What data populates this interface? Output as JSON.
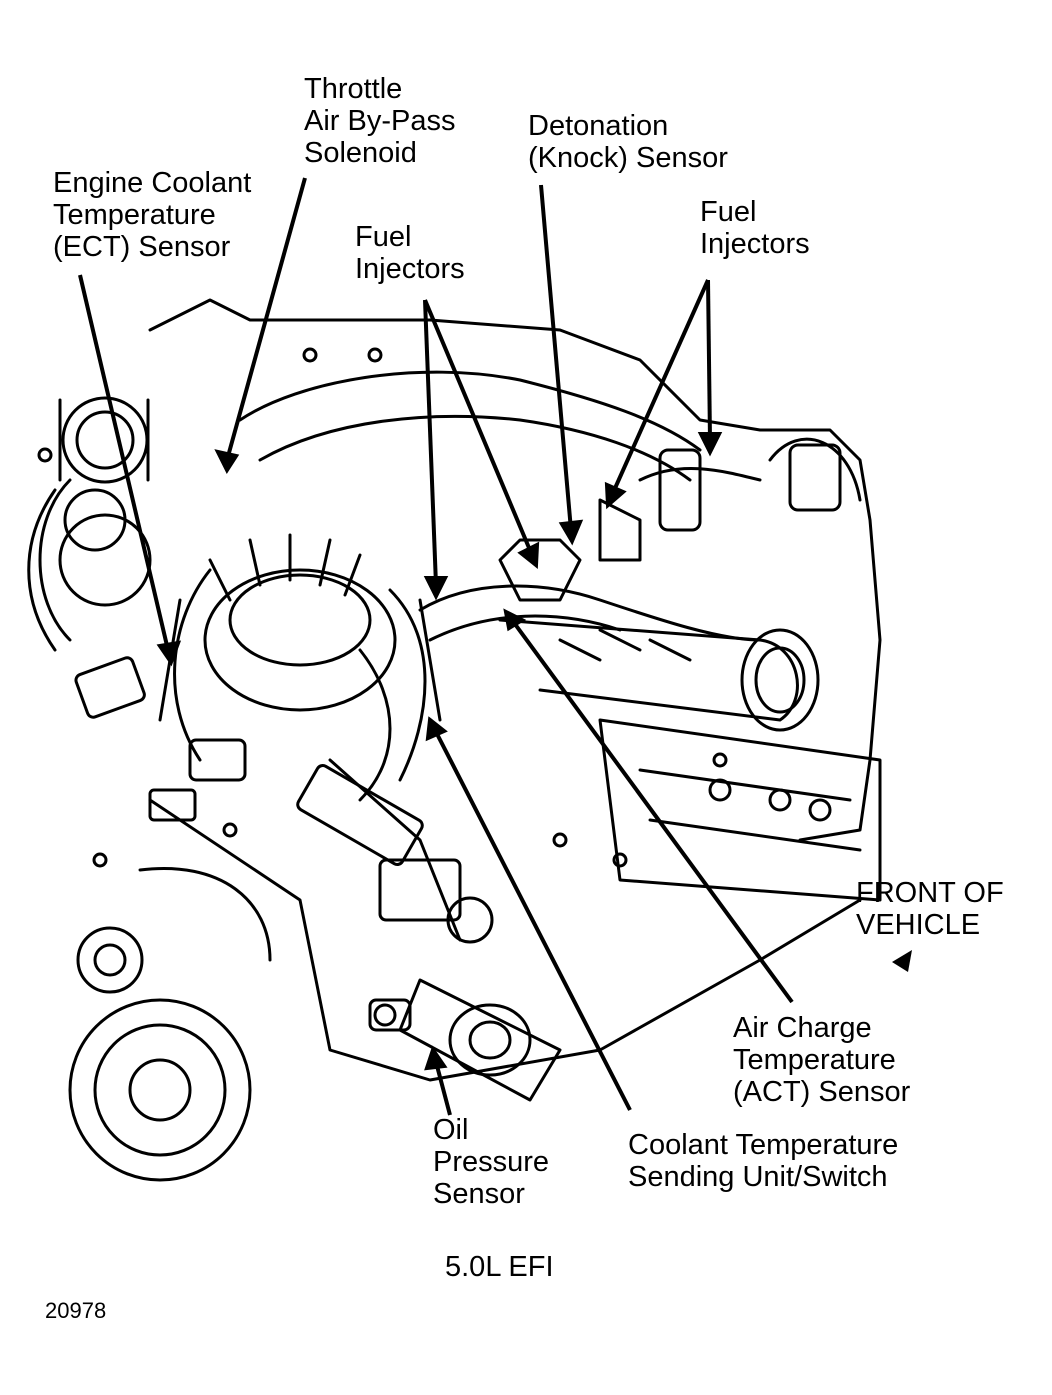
{
  "labels": {
    "throttle": "Throttle\nAir By-Pass\nSolenoid",
    "detonation": "Detonation\n(Knock) Sensor",
    "ect": "Engine Coolant\nTemperature\n(ECT) Sensor",
    "fuel_injectors_center": "Fuel\nInjectors",
    "fuel_injectors_right": "Fuel\nInjectors",
    "front_of_vehicle": "FRONT OF\nVEHICLE",
    "act": "Air Charge\nTemperature\n(ACT) Sensor",
    "oil_pressure": "Oil\nPressure\nSensor",
    "coolant_sender": "Coolant Temperature\nSending Unit/Switch"
  },
  "caption": "5.0L EFI",
  "figure_id": "20978",
  "colors": {
    "ink": "#000000",
    "paper": "#ffffff"
  }
}
